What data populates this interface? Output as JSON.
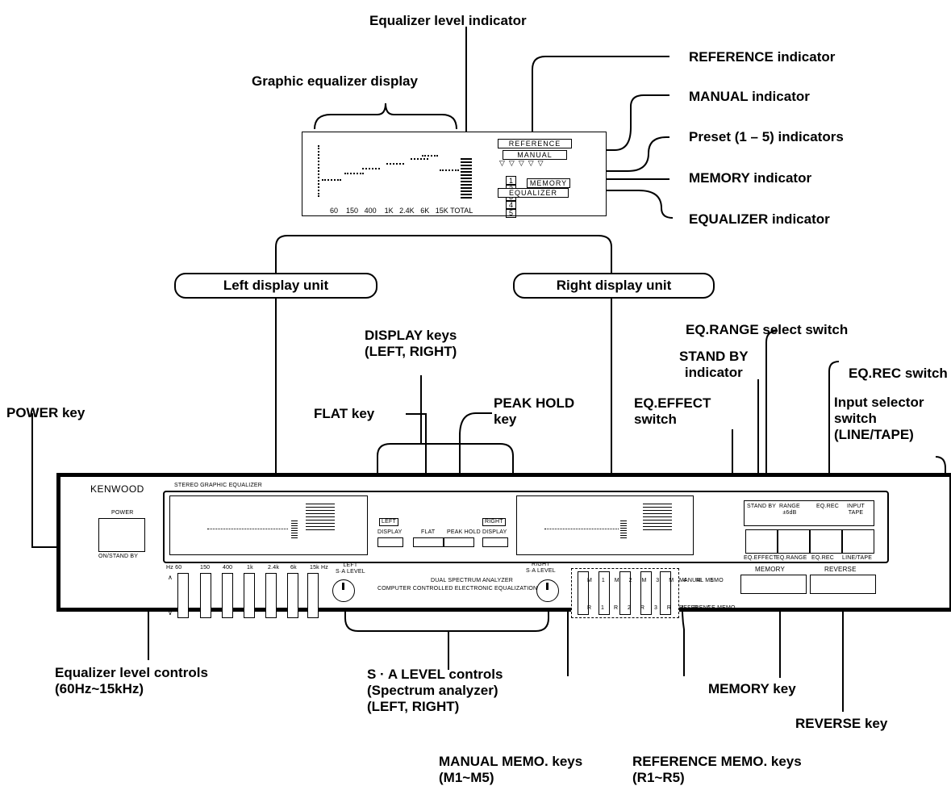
{
  "top_display": {
    "title": "Equalizer level indicator",
    "group_label": "Graphic equalizer display",
    "freq_labels": [
      "60",
      "150",
      "400",
      "1K",
      "2.4K",
      "6K",
      "15K",
      "TOTAL"
    ],
    "reference_text": "REFERENCE",
    "manual_text": "MANUAL",
    "presets": [
      "1",
      "2",
      "3",
      "4",
      "5"
    ],
    "memory_text": "MEMORY",
    "equalizer_text": "EQUALIZER"
  },
  "callouts_right_top": {
    "reference": "REFERENCE indicator",
    "manual": "MANUAL indicator",
    "presets": "Preset (1 – 5) indicators",
    "memory": "MEMORY indicator",
    "equalizer": "EQUALIZER indicator"
  },
  "display_units": {
    "left": "Left display unit",
    "right": "Right display unit"
  },
  "callouts_middle": {
    "display_keys": "DISPLAY keys\n(LEFT, RIGHT)",
    "flat_key": "FLAT key",
    "peak_hold": "PEAK HOLD\nkey",
    "power_key": "POWER key",
    "eq_range": "EQ.RANGE select switch",
    "stand_by": "STAND BY\nindicator",
    "eq_rec": "EQ.REC switch",
    "eq_effect": "EQ.EFFECT\nswitch",
    "input_selector": "Input selector\nswitch\n(LINE/TAPE)"
  },
  "panel": {
    "brand": "KENWOOD",
    "model": "STEREO GRAPHIC EQUALIZER",
    "power": "POWER",
    "on_standby": "ON/STAND BY",
    "left_tag": "LEFT",
    "right_tag": "RIGHT",
    "display": "DISPLAY",
    "flat": "FLAT",
    "peak_hold": "PEAK HOLD",
    "eq_freqs": [
      "Hz 60",
      "150",
      "400",
      "1k",
      "2.4k",
      "6k",
      "15k Hz"
    ],
    "left_level": "LEFT\nS·A LEVEL",
    "right_level": "RIGHT\nS·A LEVEL",
    "analyzer_line1": "DUAL SPECTRUM ANALYZER",
    "analyzer_line2": "COMPUTER CONTROLLED ELECTRONIC EQUALIZATION",
    "manual_memo": "MANUAL MEMO",
    "reference_memo": "REFERENCE MEMO",
    "memo_keys_m": [
      "M1",
      "M2",
      "M3",
      "M4",
      "M5"
    ],
    "memo_keys_r": [
      "R1",
      "R2",
      "R3",
      "R4",
      "R5"
    ],
    "stand_by": "STAND BY",
    "range": "RANGE\n±6dB",
    "eq_rec": "EQ.REC",
    "input_tape": "INPUT\nTAPE",
    "eq_effect": "EQ.EFFECT",
    "eq_range_lbl": "EQ.RANGE",
    "eq_rec_lbl": "EQ.REC",
    "line_tape": "LINE/TAPE",
    "memory": "MEMORY",
    "reverse": "REVERSE"
  },
  "callouts_bottom": {
    "eq_level": "Equalizer level controls\n(60Hz~15kHz)",
    "sa_level": "S · A LEVEL controls\n(Spectrum analyzer)\n(LEFT, RIGHT)",
    "memory_key": "MEMORY key",
    "reverse_key": "REVERSE key",
    "manual_memo": "MANUAL MEMO. keys\n(M1~M5)",
    "reference_memo": "REFERENCE MEMO. keys\n(R1~R5)"
  }
}
